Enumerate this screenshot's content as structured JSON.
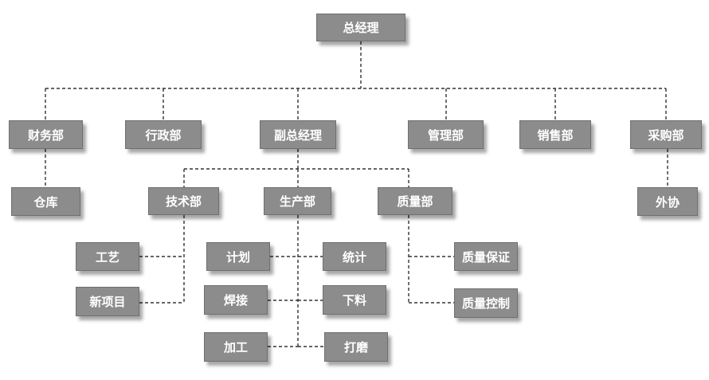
{
  "nodes": {
    "gm": "总经理",
    "finance": "财务部",
    "admin": "行政部",
    "deputy_gm": "副总经理",
    "management": "管理部",
    "sales": "销售部",
    "purchasing": "采购部",
    "warehouse": "仓库",
    "tech": "技术部",
    "production": "生产部",
    "quality": "质量部",
    "outsourcing": "外协",
    "process": "工艺",
    "new_project": "新项目",
    "plan": "计划",
    "statistics": "统计",
    "welding": "焊接",
    "blanking": "下料",
    "machining": "加工",
    "grinding": "打磨",
    "quality_assurance": "质量保证",
    "quality_control": "质量控制"
  }
}
